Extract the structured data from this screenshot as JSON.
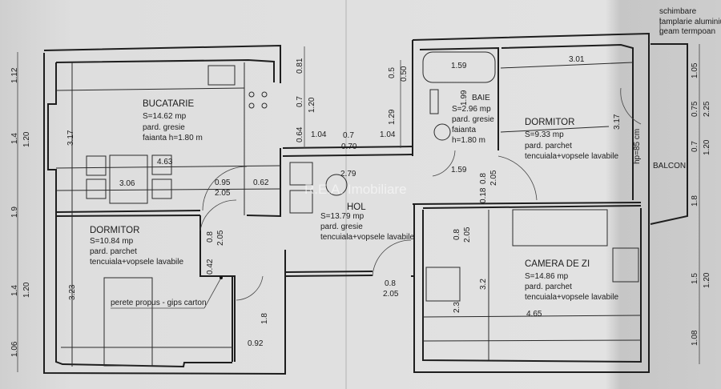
{
  "watermark": "R.E.A. Imobiliare",
  "rooms": {
    "bucatarie": {
      "name": "BUCATARIE",
      "area": "S=14.62 mp",
      "floor": "pard. gresie",
      "walls": "faianta h=1.80 m"
    },
    "hol": {
      "name": "HOL",
      "area": "S=13.79 mp",
      "floor": "pard. gresie",
      "walls": "tencuiala+vopsele lavabile"
    },
    "dormitor1": {
      "name": "DORMITOR",
      "area": "S=10.84 mp",
      "floor": "pard. parchet",
      "walls": "tencuiala+vopsele lavabile"
    },
    "baie": {
      "name": "BAIE",
      "area": "S=2.96 mp",
      "floor": "pard. gresie",
      "walls": "faianta",
      "height": "h=1.80 m"
    },
    "dormitor2": {
      "name": "DORMITOR",
      "area": "S=9.33 mp",
      "floor": "pard. parchet",
      "walls": "tencuiala+vopsele lavabile"
    },
    "camera": {
      "name": "CAMERA DE ZI",
      "area": "S=14.86 mp",
      "floor": "pard. parchet",
      "walls": "tencuiala+vopsele lavabile"
    },
    "balcon": {
      "name": "BALCON"
    }
  },
  "notes": {
    "partition": "perete propus - gips carton",
    "window_change": [
      "schimbare",
      "tamplarie aluminiu si",
      "geam termpoan"
    ],
    "sill": "hp=85 cm"
  },
  "dims": {
    "left": [
      "1.12",
      "1.4",
      "1.20",
      "1.9",
      "1.4",
      "1.20",
      "1.06"
    ],
    "kitchen": [
      "3.17",
      "4.63",
      "3.06",
      "0.95",
      "2.05",
      "0.62"
    ],
    "mid_top": [
      "0.81",
      "0.7",
      "1.20",
      "0.64",
      "1.04",
      "0.7",
      "0.70",
      "0.5",
      "0.50",
      "1.29",
      "1.04"
    ],
    "hol": [
      "2.79",
      "0.8",
      "2.05"
    ],
    "dorm1": [
      "3.23",
      "0.8",
      "2.05",
      "0.42",
      "1.8",
      "0.92"
    ],
    "baie": [
      "1.59",
      "1.99",
      "1.59",
      "0.8",
      "2.05",
      "0.18"
    ],
    "dorm2": [
      "3.01",
      "3.17"
    ],
    "right": [
      "1.05",
      "0.75",
      "2.25",
      "0.7",
      "1.20",
      "1.8",
      "1.5",
      "1.20",
      "1.08"
    ],
    "camera": [
      "0.8",
      "2.05",
      "3.2",
      "2.3",
      "4.65"
    ]
  }
}
